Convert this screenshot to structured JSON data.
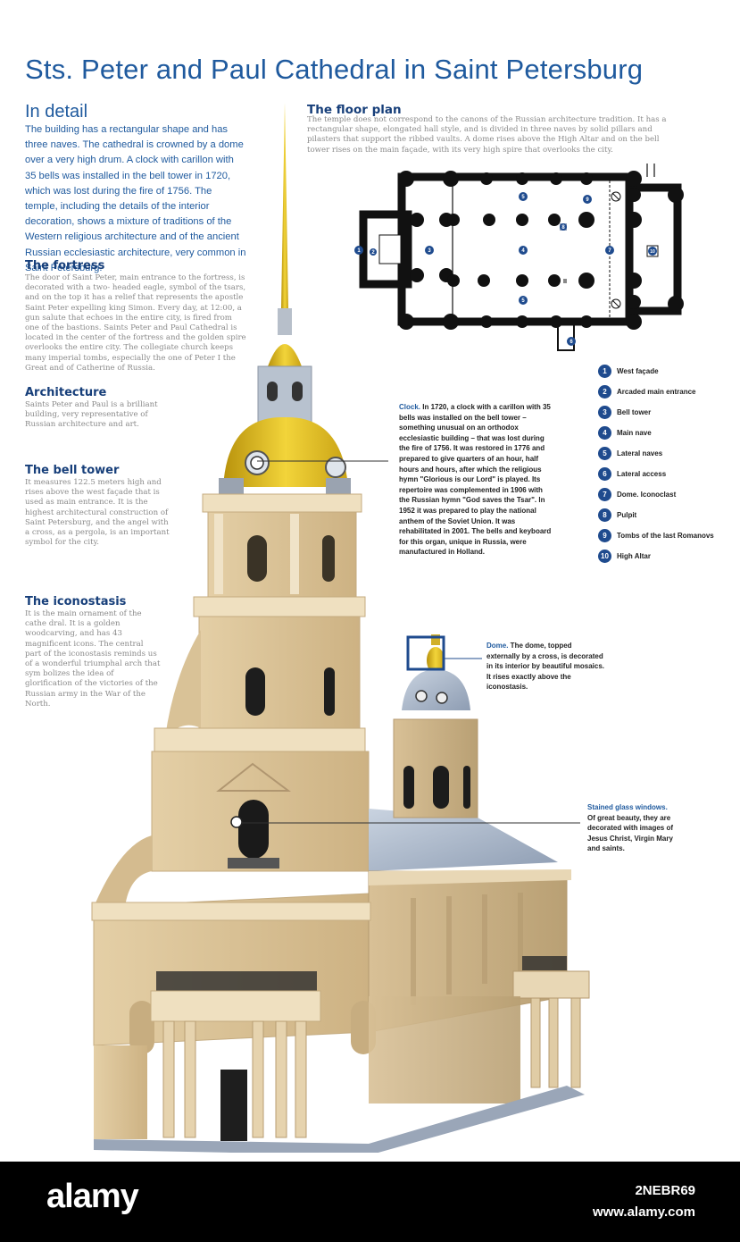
{
  "title": "Sts. Peter and Paul Cathedral in Saint Petersburg",
  "in_detail": {
    "heading": "In detail",
    "text": "The building has a rectangular shape and has three naves. The cathedral is crowned by a dome over a very high drum. A clock with carillon with 35 bells was installed in the bell tower in 1720, which was lost during the fire of 1756. The temple, including the details of the interior decoration, shows a mixture of traditions of the Western religious architecture and of the ancient Russian ecclesiastic architecture, very common in Saint Petersburg."
  },
  "sections": {
    "fortress": {
      "heading": "The fortress",
      "text": "The door of Saint Peter, main entrance to the fortress, is decorated with a two- headed eagle, symbol of the tsars, and on the top it has a relief that represents the apostle Saint Peter expelling king Simon. Every day, at 12:00, a gun salute that echoes in the entire city, is fired from one of the bastions. Saints Peter and Paul Cathedral is located in the center of the fortress and the golden spire overlooks the entire city. The collegiate church keeps many imperial tombs, especially the one of Peter I the Great and of Catherine of Russia."
    },
    "architecture": {
      "heading": "Architecture",
      "text": "Saints Peter and Paul is a brilliant building, very representative of Russian architecture and art."
    },
    "bell_tower": {
      "heading": "The bell tower",
      "text": "It measures 122.5 meters high and rises above the west façade that is used as main entrance. It is the highest architectural construction of Saint Petersburg, and the angel with a cross, as a pergola, is an important symbol for the city."
    },
    "iconostasis": {
      "heading": "The iconostasis",
      "text": "It is the main ornament of the cathe dral. It is a golden woodcarving, and has 43 magnificent icons. The central part of the iconostasis reminds us of a wonderful triumphal arch that sym bolizes the idea of glorification of the victories of the Russian army in the War of the North."
    },
    "floor_plan": {
      "heading": "The floor plan",
      "text": "The temple does not correspond to the canons of the Russian architecture tradition. It has a rectangular shape, elongated hall style, and is divided in three naves by solid pillars and pilasters that support the ribbed vaults. A dome rises above the High Altar and on the bell tower rises on the main façade, with its very high spire that overlooks the city."
    }
  },
  "plan_markers": [
    "1",
    "2",
    "3",
    "4",
    "5",
    "5",
    "6",
    "7",
    "8",
    "9",
    "10"
  ],
  "legend": [
    {
      "num": "1",
      "label": "West façade"
    },
    {
      "num": "2",
      "label": "Arcaded main entrance"
    },
    {
      "num": "3",
      "label": "Bell tower"
    },
    {
      "num": "4",
      "label": "Main nave"
    },
    {
      "num": "5",
      "label": "Lateral naves"
    },
    {
      "num": "6",
      "label": "Lateral access"
    },
    {
      "num": "7",
      "label": "Dome. Iconoclast"
    },
    {
      "num": "8",
      "label": "Pulpit"
    },
    {
      "num": "9",
      "label": "Tombs of the last Romanovs"
    },
    {
      "num": "10",
      "label": "High Altar"
    }
  ],
  "callouts": {
    "clock": {
      "highlight": "Clock.",
      "text": " In 1720, a clock with a carillon with 35 bells was installed on the bell tower – something unusual on an orthodox ecclesiastic building – that was lost during the fire of 1756. It was restored in 1776 and prepared to give quarters of an hour, half hours and hours, after which the religious hymn \"Glorious is our Lord\" is played. Its repertoire was complemented in 1906 with the Russian hymn \"God saves the Tsar\". In 1952 it was prepared to play the national anthem of the Soviet Union. It was rehabilitated in 2001. The bells and keyboard for this organ, unique in Russia, were manufactured in Holland."
    },
    "dome": {
      "highlight": "Dome.",
      "text": " The dome, topped externally by a cross, is decorated in its interior by beautiful mosaics. It rises exactly above the iconostasis."
    },
    "windows": {
      "highlight": "Stained glass windows.",
      "text": "Of great beauty, they are decorated with images of Jesus Christ, Virgin Mary and saints."
    }
  },
  "footer": {
    "logo": "alamy",
    "image_id": "2NEBR69",
    "url": "www.alamy.com"
  },
  "colors": {
    "accent_blue": "#1f5a9e",
    "heading_navy": "#173f7a",
    "gold": "#e8c21a",
    "facade": "#dcc49a"
  }
}
